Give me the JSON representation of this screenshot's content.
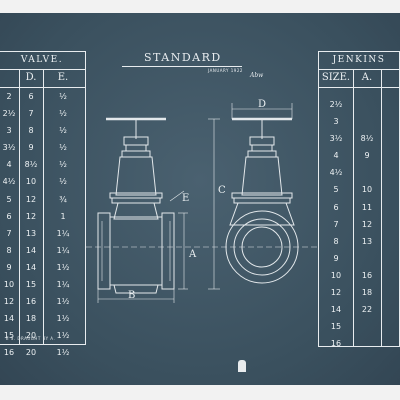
{
  "title_block": {
    "title": "STANDARD",
    "date": "JANUARY 1922",
    "initials": "Abw"
  },
  "left_table": {
    "title": "VALVE.",
    "headers": [
      "",
      "D.",
      "E."
    ],
    "rows": [
      [
        "2",
        "6",
        "½"
      ],
      [
        "2½",
        "7",
        "½"
      ],
      [
        "3",
        "8",
        "½"
      ],
      [
        "3½",
        "9",
        "½"
      ],
      [
        "4",
        "8½",
        "½"
      ],
      [
        "4½",
        "10",
        "½"
      ],
      [
        "5",
        "12",
        "¾"
      ],
      [
        "6",
        "12",
        "1"
      ],
      [
        "7",
        "13",
        "1¼"
      ],
      [
        "8",
        "14",
        "1¼"
      ],
      [
        "9",
        "14",
        "1½"
      ],
      [
        "10",
        "15",
        "1¼"
      ],
      [
        "12",
        "16",
        "1½"
      ],
      [
        "14",
        "18",
        "1½"
      ],
      [
        "15",
        "20",
        "1½"
      ],
      [
        "16",
        "20",
        "1½"
      ]
    ]
  },
  "right_table": {
    "title": "JENKINS",
    "headers": [
      "SIZE.",
      "A.",
      ""
    ],
    "rows": [
      [
        "2½",
        "",
        ""
      ],
      [
        "3",
        "",
        ""
      ],
      [
        "3½",
        "8½",
        ""
      ],
      [
        "4",
        "9",
        ""
      ],
      [
        "4½",
        "",
        ""
      ],
      [
        "5",
        "10",
        ""
      ],
      [
        "6",
        "11",
        ""
      ],
      [
        "7",
        "12",
        ""
      ],
      [
        "8",
        "13",
        ""
      ],
      [
        "9",
        "",
        ""
      ],
      [
        "10",
        "16",
        ""
      ],
      [
        "12",
        "18",
        ""
      ],
      [
        "14",
        "22",
        ""
      ],
      [
        "15",
        "",
        ""
      ],
      [
        "16",
        "",
        ""
      ]
    ]
  },
  "drawing": {
    "labels": {
      "b": "B",
      "a": "A",
      "c": "C",
      "d": "D",
      "e": "E"
    }
  },
  "footer_note": "E S. DRAUGHT BY A."
}
